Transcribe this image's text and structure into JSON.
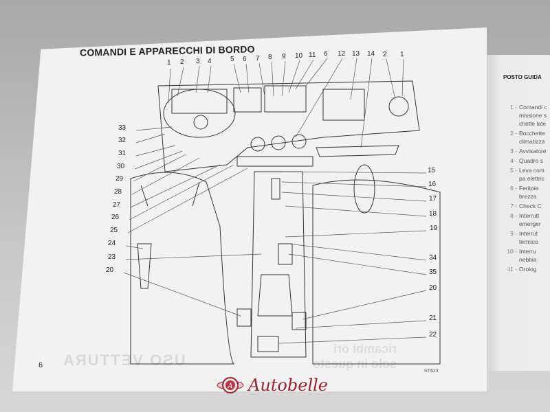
{
  "left_page": {
    "title": "COMANDI E APPARECCHI DI BORDO",
    "page_number": "6",
    "figure_code": "ST623",
    "bleed_through": "USO VETTURA",
    "bleed_through_2": [
      "ricambi ori",
      "solo in questo"
    ],
    "callouts_top": [
      "1",
      "2",
      "3",
      "4",
      "5",
      "6",
      "7",
      "8",
      "9",
      "10",
      "11",
      "6",
      "12",
      "13",
      "14",
      "2",
      "1"
    ],
    "callouts_left": [
      "33",
      "32",
      "31",
      "30",
      "29",
      "28",
      "27",
      "26",
      "25",
      "24",
      "23",
      "20"
    ],
    "callouts_right": [
      "15",
      "16",
      "17",
      "18",
      "19",
      "34",
      "35",
      "20",
      "21",
      "22"
    ]
  },
  "right_page": {
    "title": "POSTO GUIDA",
    "items": [
      {
        "num": "1 -",
        "lines": [
          "Comandi c",
          "missione s",
          "chette late"
        ]
      },
      {
        "num": "2 -",
        "lines": [
          "Bocchette",
          "climatizza"
        ]
      },
      {
        "num": "3 -",
        "lines": [
          "Avvisatore"
        ]
      },
      {
        "num": "4 -",
        "lines": [
          "Quadro s"
        ]
      },
      {
        "num": "5 -",
        "lines": [
          "Leva com",
          "pa elettric"
        ]
      },
      {
        "num": "6 -",
        "lines": [
          "Feritoie",
          "brezza"
        ]
      },
      {
        "num": "7 -",
        "lines": [
          "Check C"
        ]
      },
      {
        "num": "8 -",
        "lines": [
          "Interrutt",
          "emerger"
        ]
      },
      {
        "num": "9 -",
        "lines": [
          "Interrut",
          "termico"
        ]
      },
      {
        "num": "10 -",
        "lines": [
          "Interru",
          "nebbia"
        ]
      },
      {
        "num": "11 -",
        "lines": [
          "Orolog"
        ]
      }
    ]
  },
  "watermark": {
    "brand": "Autobelle",
    "color": "#9b2230"
  }
}
